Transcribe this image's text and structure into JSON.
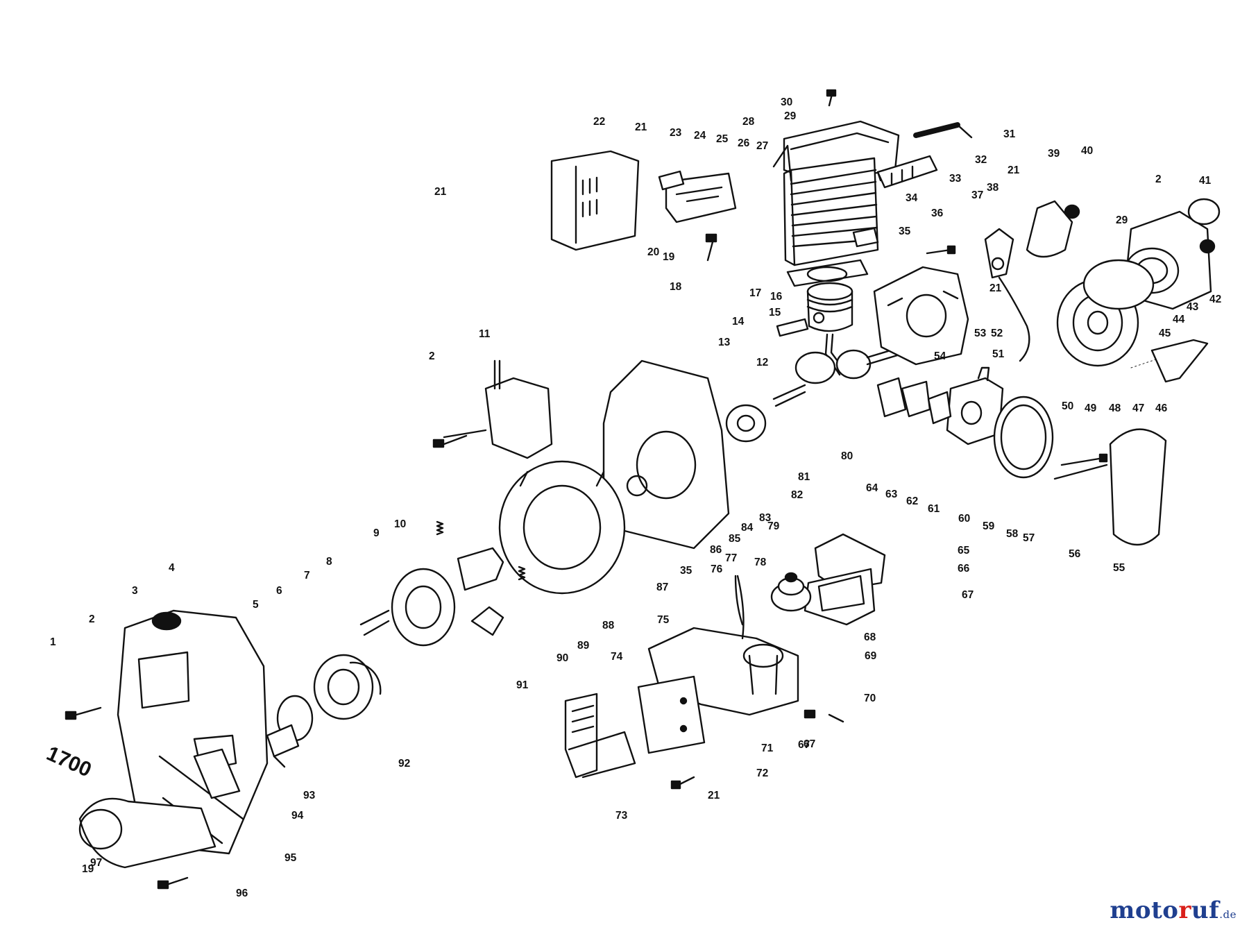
{
  "model_number": "1700",
  "callouts": [
    "1",
    "2",
    "3",
    "4",
    "5",
    "6",
    "7",
    "8",
    "9",
    "10",
    "11",
    "12",
    "13",
    "14",
    "15",
    "16",
    "17",
    "18",
    "19",
    "20",
    "21",
    "22",
    "23",
    "24",
    "25",
    "26",
    "27",
    "28",
    "29",
    "30",
    "31",
    "32",
    "33",
    "34",
    "35",
    "36",
    "37",
    "38",
    "39",
    "40",
    "41",
    "42",
    "43",
    "44",
    "45",
    "46",
    "47",
    "48",
    "49",
    "50",
    "51",
    "52",
    "53",
    "54",
    "55",
    "56",
    "57",
    "58",
    "59",
    "60",
    "61",
    "62",
    "63",
    "64",
    "65",
    "66",
    "67",
    "68",
    "69",
    "70",
    "71",
    "72",
    "73",
    "74",
    "75",
    "76",
    "77",
    "78",
    "79",
    "80",
    "81",
    "82",
    "83",
    "84",
    "85",
    "86",
    "87",
    "88",
    "89",
    "90",
    "91",
    "92",
    "93",
    "94",
    "95",
    "96",
    "97"
  ],
  "extra_callouts": {
    "a2": "2",
    "b2": "2",
    "a19": "19",
    "a21": "21",
    "b21": "21",
    "c21": "21",
    "d21": "21",
    "a29": "29",
    "a35": "35",
    "a67": "67",
    "b67": "67"
  },
  "watermark": {
    "part1": "moto",
    "part2": "r",
    "part3": "uf",
    "suffix": ".de"
  },
  "colors": {
    "ink": "#111111",
    "watermark_blue": "#1f3f8f",
    "watermark_red": "#d9201a"
  }
}
